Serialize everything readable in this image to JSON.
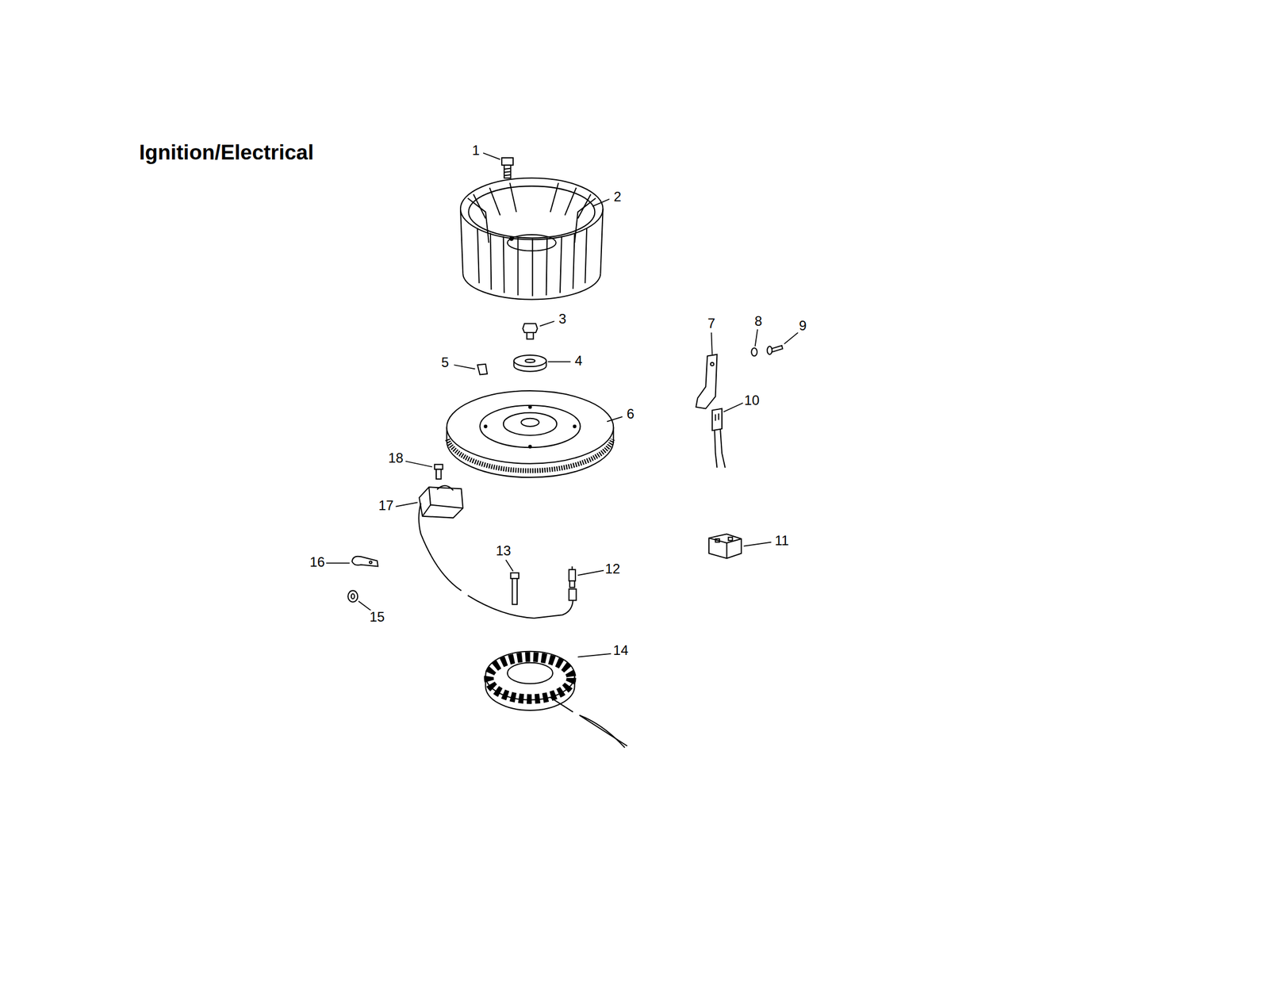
{
  "diagram": {
    "title": "Ignition/Electrical",
    "labels": [
      "1",
      "2",
      "3",
      "4",
      "5",
      "6",
      "7",
      "8",
      "9",
      "10",
      "11",
      "12",
      "13",
      "14",
      "15",
      "16",
      "17",
      "18"
    ]
  }
}
